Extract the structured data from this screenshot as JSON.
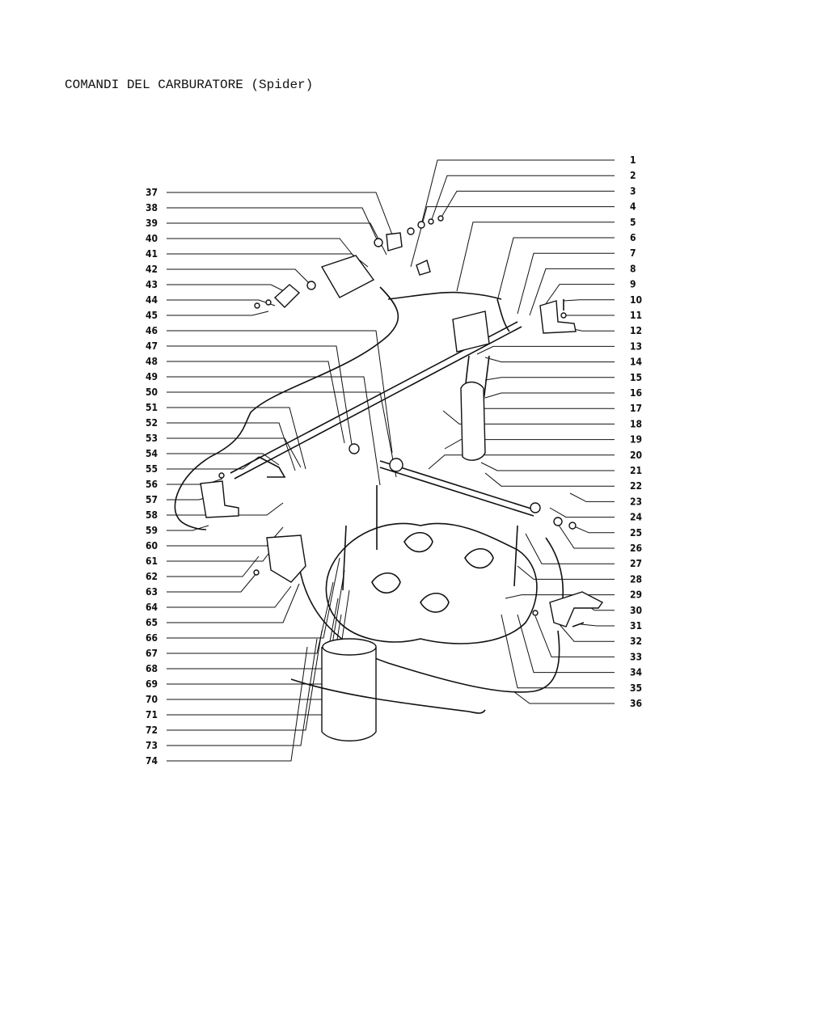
{
  "title": "COMANDI DEL CARBURATORE (Spider)",
  "callouts_right": [
    "1",
    "2",
    "3",
    "4",
    "5",
    "6",
    "7",
    "8",
    "9",
    "10",
    "11",
    "12",
    "13",
    "14",
    "15",
    "16",
    "17",
    "18",
    "19",
    "20",
    "21",
    "22",
    "23",
    "24",
    "25",
    "26",
    "27",
    "28",
    "29",
    "30",
    "31",
    "32",
    "33",
    "34",
    "35",
    "36"
  ],
  "callouts_left": [
    "37",
    "38",
    "39",
    "40",
    "41",
    "42",
    "43",
    "44",
    "45",
    "46",
    "47",
    "48",
    "49",
    "50",
    "51",
    "52",
    "53",
    "54",
    "55",
    "56",
    "57",
    "58",
    "59",
    "60",
    "61",
    "62",
    "63",
    "64",
    "65",
    "66",
    "67",
    "68",
    "69",
    "70",
    "71",
    "72",
    "73",
    "74"
  ]
}
